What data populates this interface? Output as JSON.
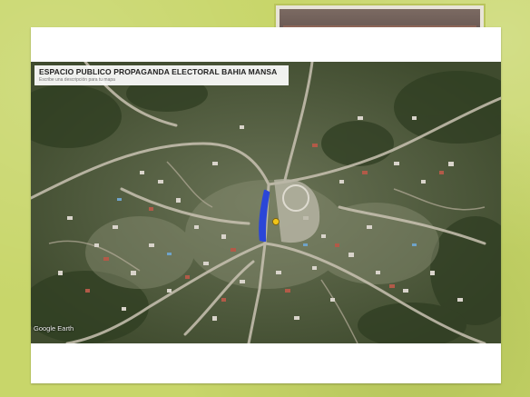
{
  "map": {
    "title": "ESPACIO PUBLICO PROPAGANDA ELECTORAL BAHIA MANSA",
    "subtitle": "Escribe una descripción para tu mapa",
    "attribution": "Google Earth"
  },
  "colors": {
    "page_background": "#c8d66a",
    "card": "#ffffff",
    "marked_area": "#2b46d8",
    "marker": "#f0c419"
  }
}
